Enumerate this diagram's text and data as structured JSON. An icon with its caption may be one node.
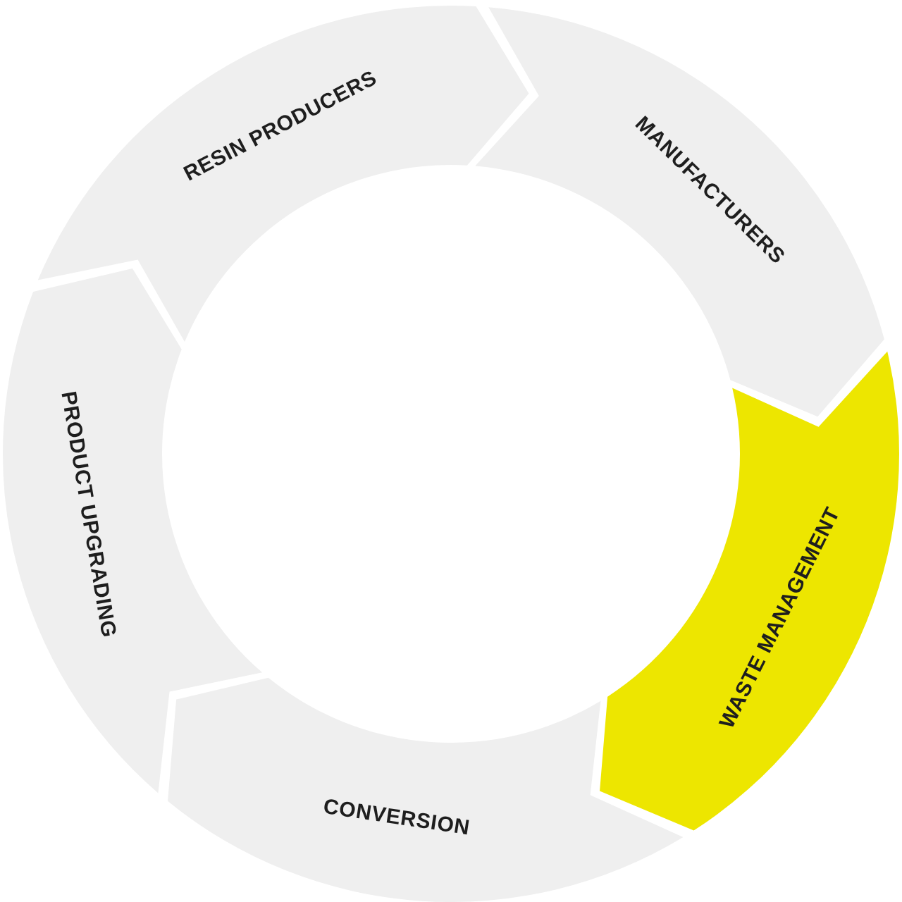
{
  "diagram": {
    "nodes": [
      {
        "text": [
          "RESIN PRODUCERS"
        ]
      },
      {
        "text": [
          "MANUFACTURERS"
        ]
      },
      {
        "text": [
          "WASTE MANAGEMENT"
        ]
      },
      {
        "text": [
          "CONVERSION"
        ]
      },
      {
        "text": [
          "PRODUCT UPGRADING"
        ]
      }
    ]
  }
}
